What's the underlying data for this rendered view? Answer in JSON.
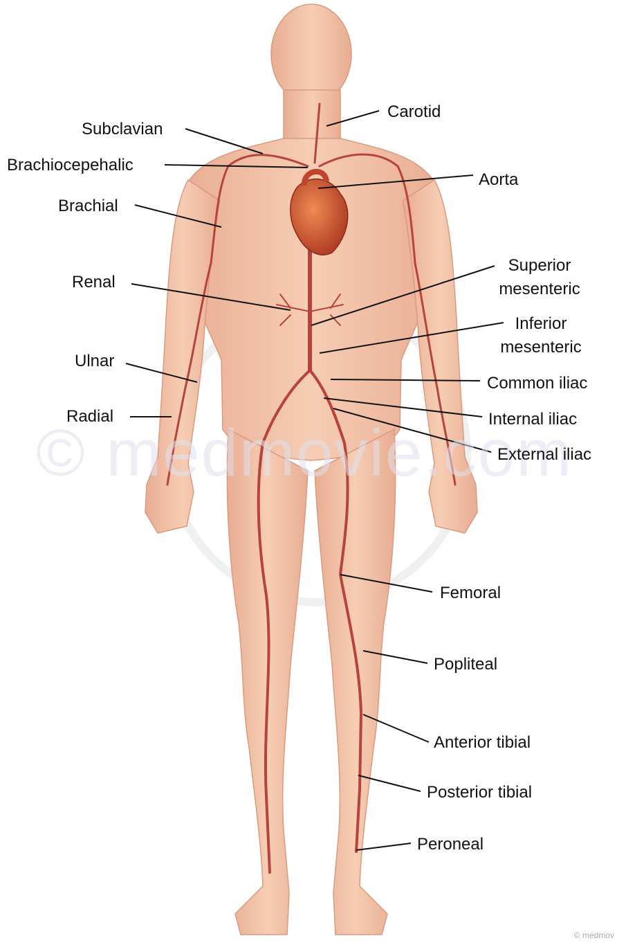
{
  "labels": {
    "carotid": "Carotid",
    "subclavian": "Subclavian",
    "brachiocephalic": "Brachiocepehalic",
    "aorta": "Aorta",
    "brachial": "Brachial",
    "superior_mesenteric_1": "Superior",
    "superior_mesenteric_2": "mesenteric",
    "renal": "Renal",
    "inferior_mesenteric_1": "Inferior",
    "inferior_mesenteric_2": "mesenteric",
    "ulnar": "Ulnar",
    "common_iliac": "Common iliac",
    "radial": "Radial",
    "internal_iliac": "Internal iliac",
    "external_iliac": "External iliac",
    "femoral": "Femoral",
    "popliteal": "Popliteal",
    "anterior_tibial": "Anterior tibial",
    "posterior_tibial": "Posterior tibial",
    "peroneal": "Peroneal"
  },
  "watermark": "© medmovie.com",
  "credit": "© medmov",
  "colors": {
    "skin": "#f2c3a8",
    "skin_shadow": "#e3a588",
    "artery": "#b8433a",
    "heart": "#c8502e",
    "leader": "#111111"
  }
}
